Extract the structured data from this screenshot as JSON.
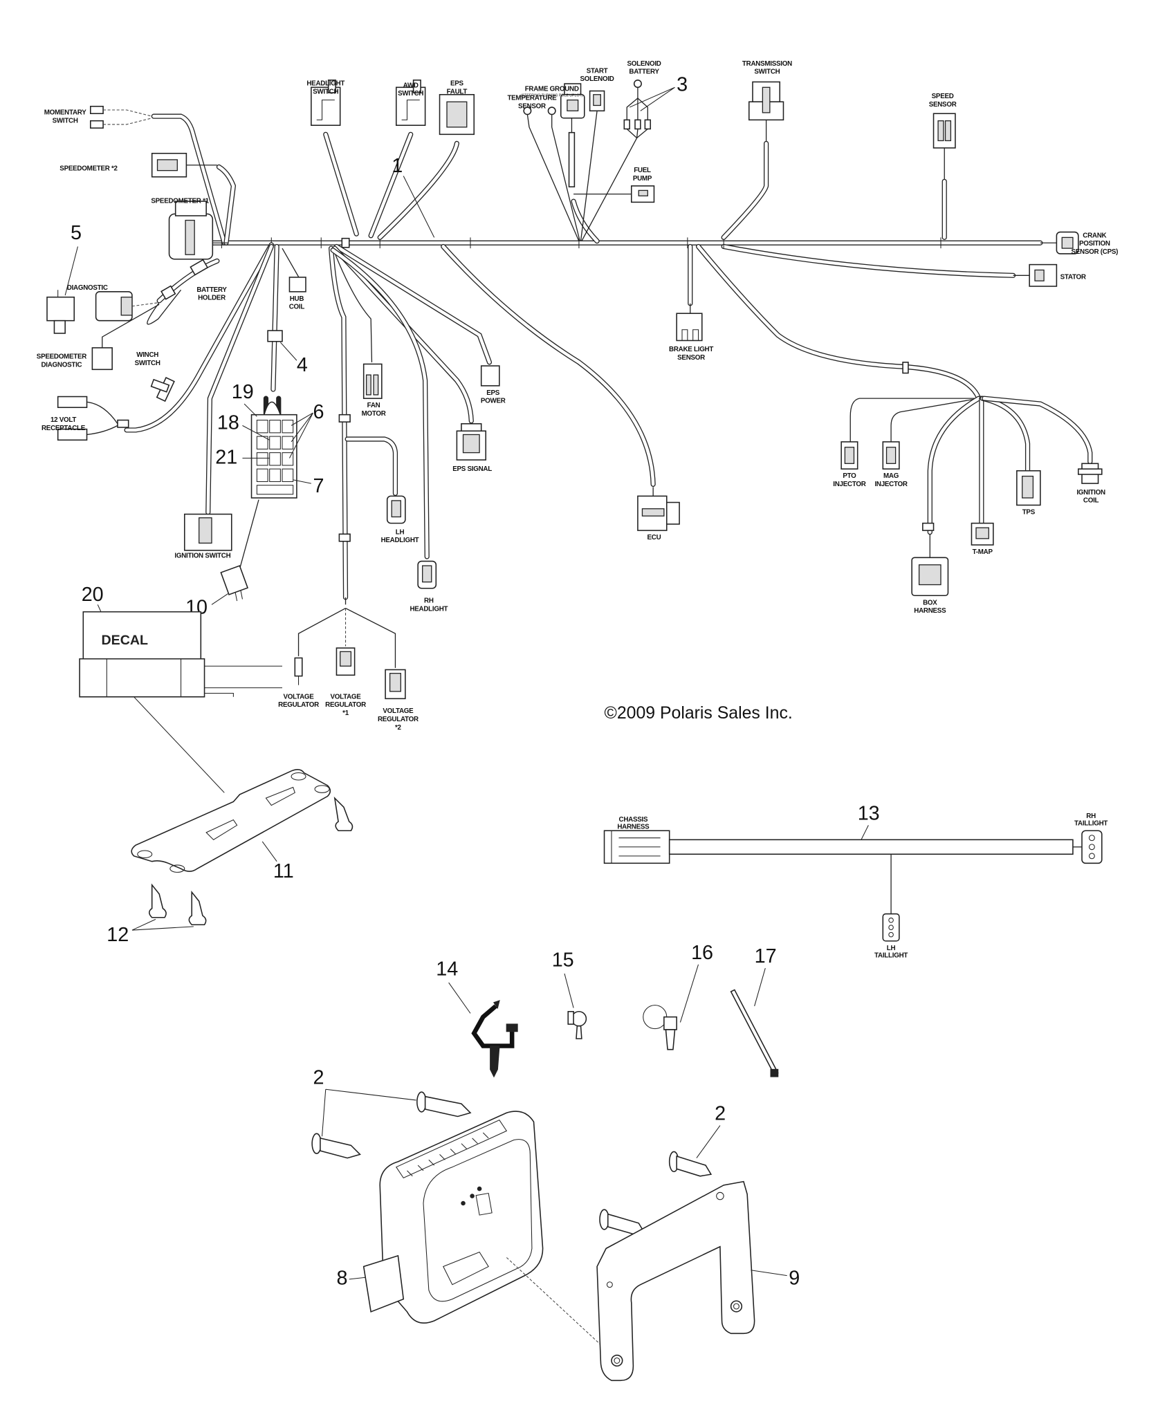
{
  "title": "Polaris wiring harness exploded parts diagram",
  "copyright": "©2009 Polaris Sales Inc.",
  "connectors": {
    "momentary_switch": [
      "MOMENTARY",
      "SWITCH"
    ],
    "speedometer_2": "SPEEDOMETER *2",
    "speedometer_1": "SPEEDOMETER *1",
    "headlight_switch": [
      "HEADLIGHT",
      "SWITCH"
    ],
    "awd_switch": [
      "AWD",
      "SWITCH"
    ],
    "eps_fault": [
      "EPS",
      "FAULT"
    ],
    "temperature_sensor": [
      "TEMPERATURE",
      "SENSOR"
    ],
    "fuel_pump": [
      "FUEL",
      "PUMP"
    ],
    "frame_ground": "FRAME GROUND",
    "frame_ground_note": "(STEERING TURNING POLE UPLOT)",
    "start_solenoid": [
      "START",
      "SOLENOID"
    ],
    "solenoid_battery": [
      "SOLENOID",
      "BATTERY"
    ],
    "transmission_switch": [
      "TRANSMISSION",
      "SWITCH"
    ],
    "speed_sensor": [
      "SPEED",
      "SENSOR"
    ],
    "crank_position_sensor": [
      "CRANK",
      "POSITION",
      "SENSOR (CPS)"
    ],
    "stator": "STATOR",
    "diagnostic": "DIAGNOSTIC",
    "battery_holder": [
      "BATTERY",
      "HOLDER"
    ],
    "speedometer_diagnostic": [
      "SPEEDOMETER",
      "DIAGNOSTIC"
    ],
    "winch_switch": [
      "WINCH",
      "SWITCH"
    ],
    "twelve_volt_receptacle": [
      "12 VOLT",
      "RECEPTACLE"
    ],
    "hub_coil": [
      "HUB",
      "COIL"
    ],
    "fan_motor": [
      "FAN",
      "MOTOR"
    ],
    "eps_power": [
      "EPS",
      "POWER"
    ],
    "eps_signal": "EPS SIGNAL",
    "brake_light_sensor": [
      "BRAKE LIGHT",
      "SENSOR"
    ],
    "ecu": "ECU",
    "ignition_switch": "IGNITION SWITCH",
    "lh_headlight": [
      "LH",
      "HEADLIGHT"
    ],
    "rh_headlight": [
      "RH",
      "HEADLIGHT"
    ],
    "voltage_regulator": [
      "VOLTAGE",
      "REGULATOR"
    ],
    "voltage_regulator_1": [
      "VOLTAGE",
      "REGULATOR",
      "*1"
    ],
    "voltage_regulator_2": [
      "VOLTAGE",
      "REGULATOR",
      "*2"
    ],
    "pto_injector": [
      "PTO",
      "INJECTOR"
    ],
    "mag_injector": [
      "MAG",
      "INJECTOR"
    ],
    "tps": "TPS",
    "ignition_coil": [
      "IGNITION",
      "COIL"
    ],
    "t_map": "T-MAP",
    "box_harness": [
      "BOX",
      "HARNESS"
    ],
    "chassis_harness": [
      "CHASSIS",
      "HARNESS"
    ],
    "rh_taillight": [
      "RH",
      "TAILLIGHT"
    ],
    "lh_taillight": [
      "LH",
      "TAILLIGHT"
    ]
  },
  "decal_text": "DECAL",
  "callouts": {
    "c1": "1",
    "c2a": "2",
    "c2b": "2",
    "c3": "3",
    "c4": "4",
    "c5": "5",
    "c6": "6",
    "c7": "7",
    "c8": "8",
    "c9": "9",
    "c10": "10",
    "c11": "11",
    "c12": "12",
    "c13": "13",
    "c14": "14",
    "c15": "15",
    "c16": "16",
    "c17": "17",
    "c18": "18",
    "c19": "19",
    "c20": "20",
    "c21": "21"
  }
}
